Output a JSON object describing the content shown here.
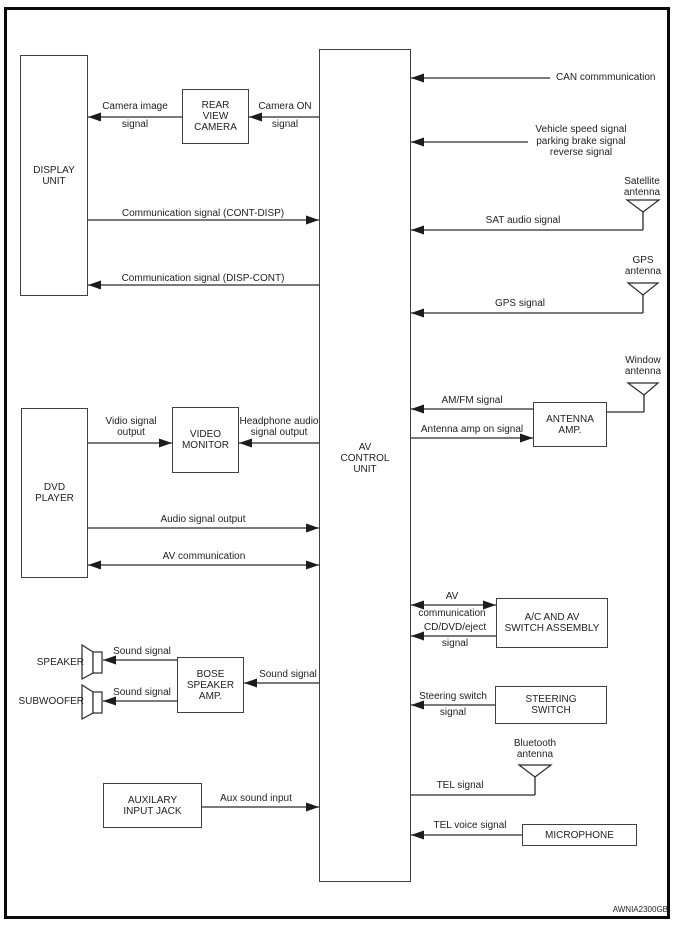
{
  "colors": {
    "background": "#ffffff",
    "outer_border": "#0a0a0a",
    "box_border": "#404040",
    "line": "#2a2a2a",
    "arrowhead": "#1c1c1c"
  },
  "icons": {
    "antenna": "antenna-icon (inverted triangle with mast)",
    "speaker": "loudspeaker-icon (cone + driver box)"
  },
  "boxes": {
    "display_unit": "DISPLAY\nUNIT",
    "rear_view_camera": "REAR\nVIEW\nCAMERA",
    "av_control_unit": "AV\nCONTROL\nUNIT",
    "video_monitor": "VIDEO\nMONITOR",
    "dvd_player": "DVD\nPLAYER",
    "antenna_amp": "ANTENNA\nAMP.",
    "bose_speaker_amp": "BOSE\nSPEAKER\nAMP.",
    "auxiliary_input_jack": "AUXILARY\nINPUT JACK",
    "ac_av_switch_assembly": "A/C AND AV\nSWITCH ASSEMBLY",
    "steering_switch": "STEERING\nSWITCH",
    "microphone": "MICROPHONE"
  },
  "speakers": {
    "speaker": "SPEAKER",
    "subwoofer": "SUBWOOFER"
  },
  "antennas": {
    "satellite": "Satellite\nantenna",
    "gps": "GPS\nantenna",
    "window": "Window\nantenna",
    "bluetooth": "Bluetooth\nantenna"
  },
  "signals": {
    "camera_image_line1": "Camera image",
    "camera_image_line2": "signal",
    "camera_on_line1": "Camera ON",
    "camera_on_line2": "signal",
    "comm_cont_disp": "Communication signal (CONT-DISP)",
    "comm_disp_cont": "Communication signal (DISP-CONT)",
    "can_communication": "CAN commmunication",
    "vehicle_inputs": "Vehicle speed signal\nparking brake signal\nreverse signal",
    "sat_audio": "SAT audio signal",
    "gps_signal": "GPS signal",
    "am_fm": "AM/FM signal",
    "antenna_amp_on": "Antenna amp on signal",
    "video_out": "Vidio signal\noutput",
    "headphone_out": "Headphone audio\nsignal output",
    "audio_output": "Audio signal output",
    "av_communication": "AV communication",
    "sound_to_speaker": "Sound signal",
    "sound_to_subwoofer": "Sound signal",
    "sound_to_amp": "Sound signal",
    "aux_sound_input": "Aux sound input",
    "av_comm_right_line1": "AV",
    "av_comm_right_line2": "communication",
    "cd_dvd_eject_line1": "CD/DVD/eject",
    "cd_dvd_eject_line2": "signal",
    "steering_line1": "Steering switch",
    "steering_line2": "signal",
    "tel_signal": "TEL signal",
    "tel_voice": "TEL voice signal"
  },
  "footer": {
    "figure_code": "AWNIA2300GB"
  }
}
